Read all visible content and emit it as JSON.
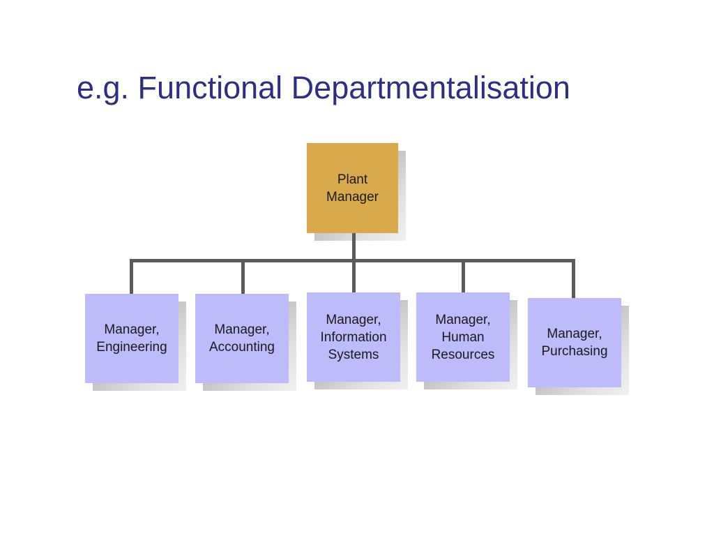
{
  "slide": {
    "title": "e.g. Functional Departmentalisation",
    "background_color": "#ffffff",
    "title_color": "#2e2e86"
  },
  "chart_data": {
    "type": "diagram",
    "diagram_type": "organizational-chart",
    "title": "e.g. Functional Departmentalisation",
    "orientation": "top-down",
    "colors": {
      "root_fill": "#d9aa4b",
      "child_fill": "#bdbbfa",
      "connector": "#5b5b5b",
      "shadow": "#9a9a9a",
      "text": "#1a1a1a",
      "title": "#2e2e86"
    },
    "root": {
      "id": "plant-manager",
      "label": "Plant\nManager",
      "fill": "#d9aa4b"
    },
    "children": [
      {
        "id": "manager-engineering",
        "label": "Manager,\nEngineering",
        "fill": "#bdbbfa"
      },
      {
        "id": "manager-accounting",
        "label": "Manager,\nAccounting",
        "fill": "#bdbbfa"
      },
      {
        "id": "manager-information-systems",
        "label": "Manager,\nInformation\nSystems",
        "fill": "#bdbbfa"
      },
      {
        "id": "manager-human-resources",
        "label": "Manager,\nHuman\nResources",
        "fill": "#bdbbfa"
      },
      {
        "id": "manager-purchasing",
        "label": "Manager,\nPurchasing",
        "fill": "#bdbbfa"
      }
    ]
  }
}
